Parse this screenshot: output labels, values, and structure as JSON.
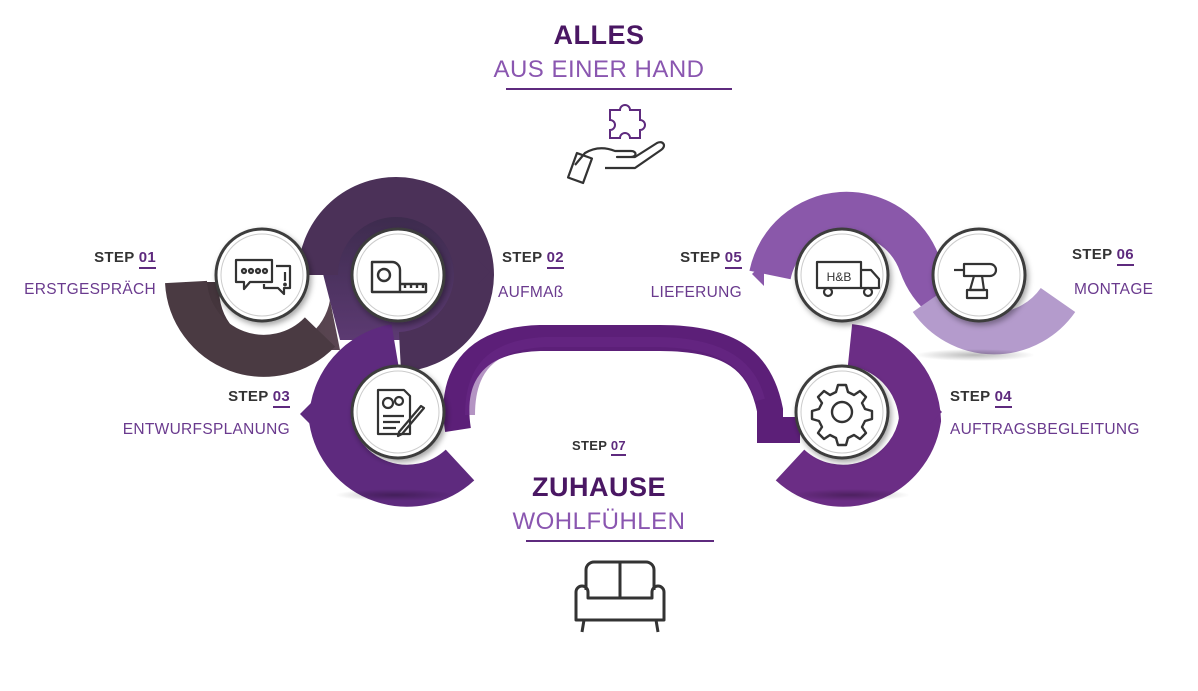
{
  "header": {
    "title": "ALLES",
    "subtitle": "AUS EINER HAND"
  },
  "footer": {
    "title": "ZUHAUSE",
    "subtitle": "WOHLFÜHLEN",
    "step_prefix": "STEP",
    "step_number": "07"
  },
  "steps": [
    {
      "prefix": "STEP",
      "number": "01",
      "label": "ERSTGESPRÄCH",
      "icon": "chat-icon"
    },
    {
      "prefix": "STEP",
      "number": "02",
      "label": "AUFMAß",
      "icon": "tape-measure-icon"
    },
    {
      "prefix": "STEP",
      "number": "03",
      "label": "ENTWURFSPLANUNG",
      "icon": "document-gear-icon"
    },
    {
      "prefix": "STEP",
      "number": "04",
      "label": "AUFTRAGSBEGLEITUNG",
      "icon": "gear-icon"
    },
    {
      "prefix": "STEP",
      "number": "05",
      "label": "LIEFERUNG",
      "icon": "truck-icon"
    },
    {
      "prefix": "STEP",
      "number": "06",
      "label": "MONTAGE",
      "icon": "drill-icon"
    }
  ],
  "truck_text": "H&B",
  "colors": {
    "dark_purple": "#4a1763",
    "mid_purple": "#6b2d85",
    "light_purple": "#8a5ba8",
    "pale_purple": "#b39ac9",
    "brown": "#4a3a42",
    "icon_stroke": "#333333"
  }
}
